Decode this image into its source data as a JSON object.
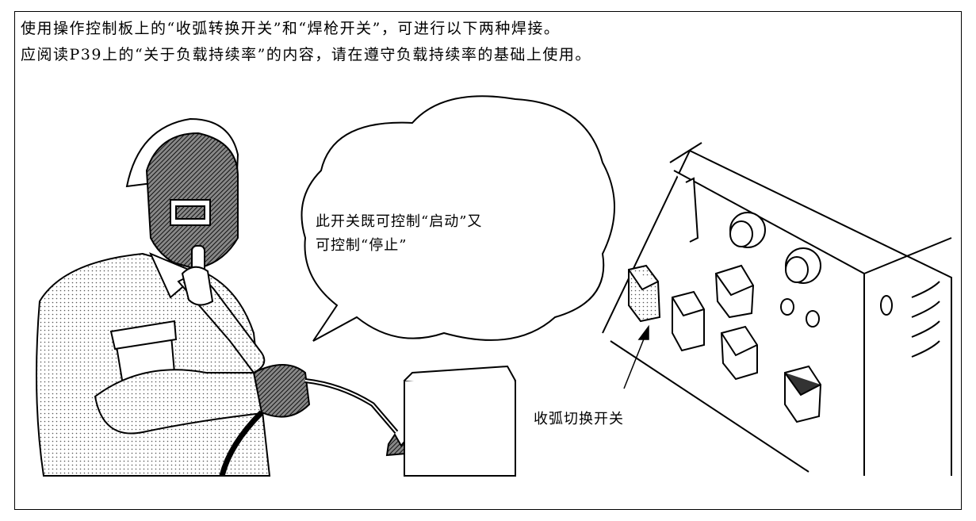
{
  "intro": {
    "line1": "使用操作控制板上的“收弧转换开关”和“焊枪开关”，可进行以下两种焊接。",
    "line2": "应阅读P39上的“关于负载持续率”的内容，请在遵守负载持续率的基础上使用。"
  },
  "bubble": {
    "line1": "此开关既可控制“启动”又",
    "line2": "可控制“停止”"
  },
  "callout": {
    "label": "收弧切换开关"
  }
}
